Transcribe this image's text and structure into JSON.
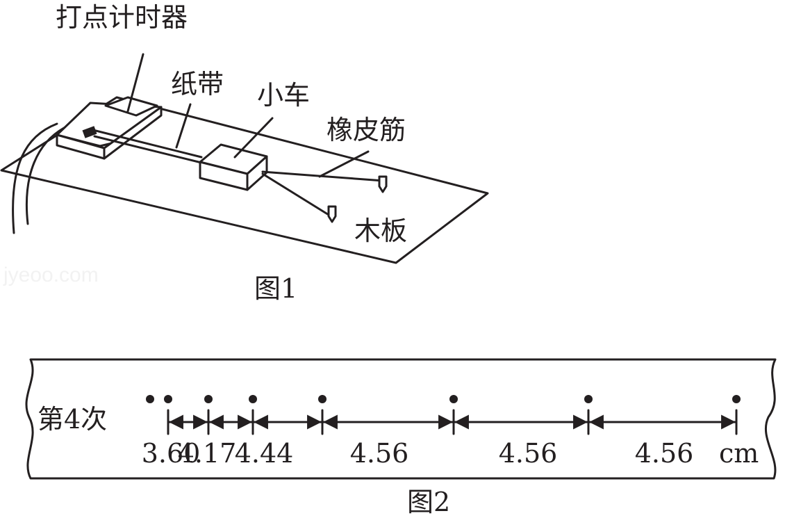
{
  "figure1": {
    "caption": "图1",
    "labels": {
      "timer": "打点计时器",
      "tape": "纸带",
      "cart": "小车",
      "rubber_band": "橡皮筋",
      "board": "木板"
    }
  },
  "figure2": {
    "caption": "图2",
    "trial_label": "第4次",
    "unit": "cm",
    "segments": [
      "3.60",
      "4.17",
      "4.44",
      "4.56",
      "4.56",
      "4.56"
    ]
  },
  "watermark": "jyeoo.com",
  "colors": {
    "ink": "#231f20",
    "background": "#ffffff"
  }
}
